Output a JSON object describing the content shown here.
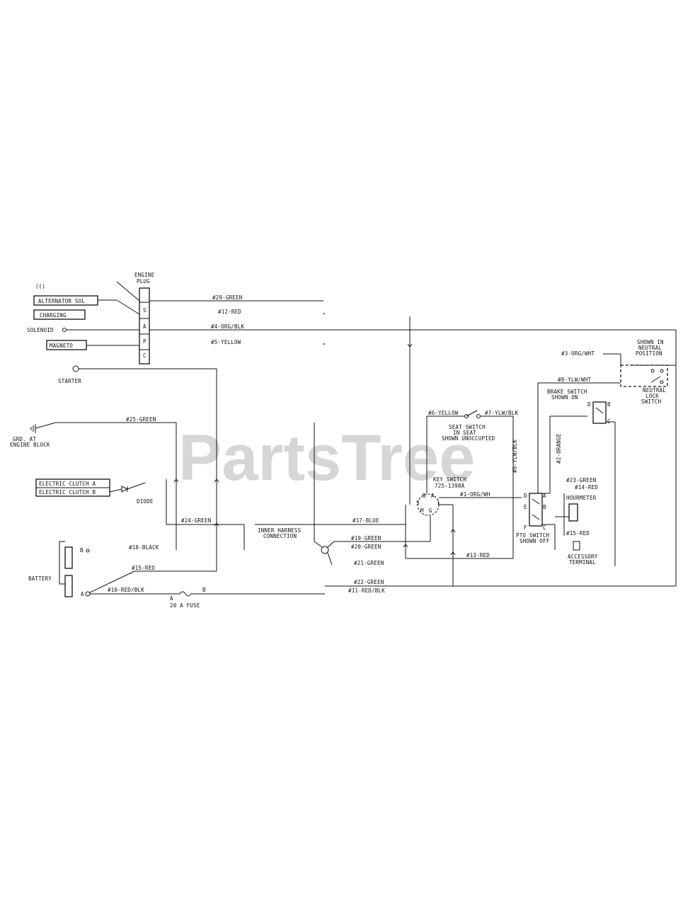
{
  "watermark": "PartsTree",
  "labels": {
    "engine_plug": [
      "ENGINE",
      "PLUG"
    ],
    "pin_s": "S",
    "pin_a": "A",
    "pin_p": "P",
    "pin_c": "C",
    "top_left_mark": "(()",
    "alternator": "ALTERNATOR SOL",
    "charging": "CHARGING",
    "solenoid": "SOLENOID",
    "magneto": "MAGNETO",
    "starter": "STARTER",
    "ground": [
      "GRD. AT",
      "ENGINE BLOCK"
    ],
    "clutch1": "ELECTRIC CLUTCH A",
    "clutch2": "ELECTRIC CLUTCH B",
    "diode": "DIODE",
    "battery": "BATTERY",
    "bat_b": "B",
    "bat_a": "A",
    "fuse": "20 A FUSE",
    "fuse_a": "A",
    "fuse_b": "B",
    "inner_harness": [
      "INNER HARNESS",
      "CONNECTION"
    ],
    "seat_switch": [
      "SEAT SWITCH",
      "IN SEAT",
      "SHOWN UNOCCUPIED"
    ],
    "key_switch": [
      "KEY SWITCH",
      "725-1398A"
    ],
    "pto_switch": [
      "PTO SWITCH",
      "SHOWN OFF"
    ],
    "brake_switch": [
      "BRAKE SWITCH",
      "SHOWN ON"
    ],
    "neutral_switch": [
      "NEUTRAL",
      "LOCK",
      "SWITCH"
    ],
    "shown_neutral": [
      "SHOWN IN",
      "NEUTRAL",
      "POSITION"
    ],
    "hourmeter": "HOURMETER",
    "accessory": [
      "ACCESSORY",
      "TERMINAL"
    ]
  },
  "wires": {
    "w29": "#29-GREEN",
    "w12": "#12-RED",
    "w4": "#4-ORG/BLK",
    "w5": "#5-YELLOW",
    "w25": "#25-GREEN",
    "w24": "#24-GREEN",
    "w18": "#18-BLACK",
    "w15a": "#15-RED",
    "w10": "#10-RED/BLK",
    "w17": "#17-BLUE",
    "w19": "#19-GREEN",
    "w20": "#20-GREEN",
    "w21": "#21-GREEN",
    "w22": "#22-GREEN",
    "w11": "#11-RED/BLK",
    "w6": "#6-YELLOW",
    "w7": "#7-YLW/BLK",
    "w8": "#8-YLW/WHT",
    "w3": "#3-ORG/WHT",
    "w1": "#1-ORG/WH",
    "w2": "#2-ORANGE",
    "w9": "#9-YLW/BLK",
    "w23": "#23-GREEN",
    "w14": "#14-RED",
    "w15b": "#15-RED",
    "w13": "#13-RED"
  },
  "key_pins": [
    "S",
    "B",
    "A",
    "L",
    "G",
    "M"
  ],
  "pto_pins": [
    "D",
    "A",
    "E",
    "B",
    "F",
    "C"
  ],
  "brake_pins": [
    "D",
    "B",
    "C"
  ]
}
